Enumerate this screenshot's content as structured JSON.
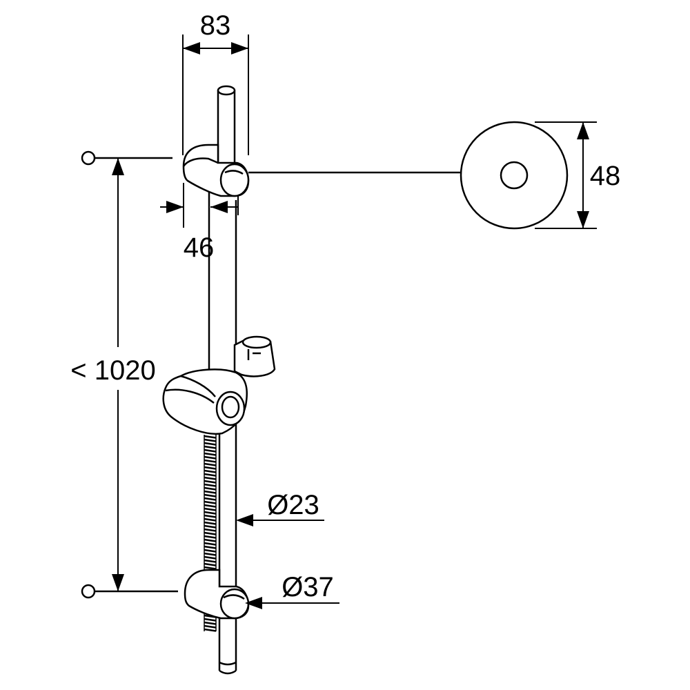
{
  "drawing": {
    "type": "technical dimension drawing",
    "subject": "shower rail with wall brackets and slider",
    "colors": {
      "line": "#000000",
      "background": "#ffffff"
    }
  },
  "dimensions": {
    "bracket_width": "83",
    "bracket_offset": "46",
    "rosette_diameter": "48",
    "rail_length": "< 1020",
    "rail_diameter": "Ø23",
    "bracket_diameter": "Ø37"
  }
}
